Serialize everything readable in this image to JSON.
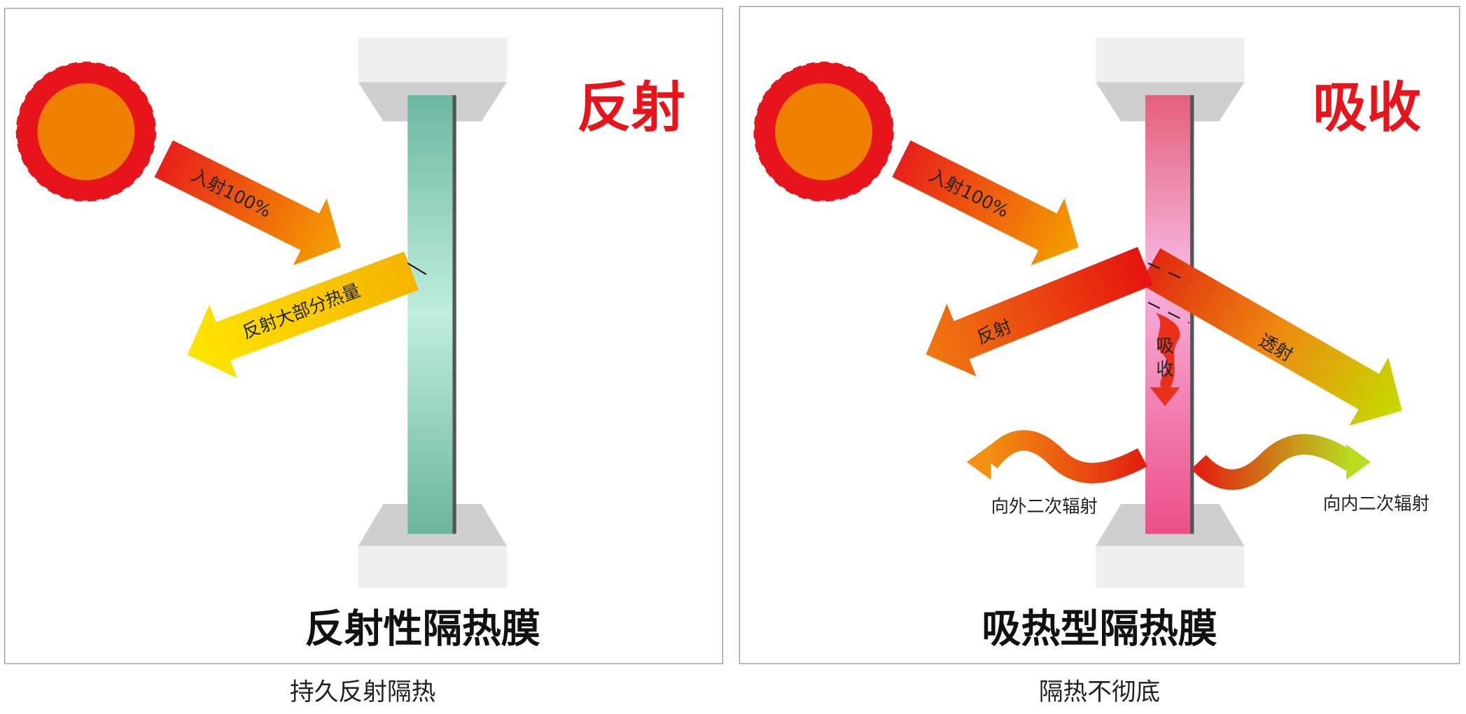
{
  "left_panel": {
    "title": "反射",
    "incident_label": "入射100%",
    "reflected_label": "反射大部分热量",
    "film_label": "反射性隔热膜",
    "caption": "持久反射隔热",
    "glass_color": "#6fbfa6"
  },
  "right_panel": {
    "title": "吸收",
    "incident_label": "入射100%",
    "reflected_label": "反射",
    "absorbed_label_1": "吸",
    "absorbed_label_2": "收",
    "transmitted_label": "透射",
    "outward_label": "向外二次辐射",
    "inward_label": "向内二次辐射",
    "film_label": "吸热型隔热膜",
    "caption": "隔热不彻底",
    "glass_color": "#f0609a"
  },
  "colors": {
    "title": "#e8141b",
    "sun": "#f08000",
    "sun_rays": "#e8141b"
  }
}
